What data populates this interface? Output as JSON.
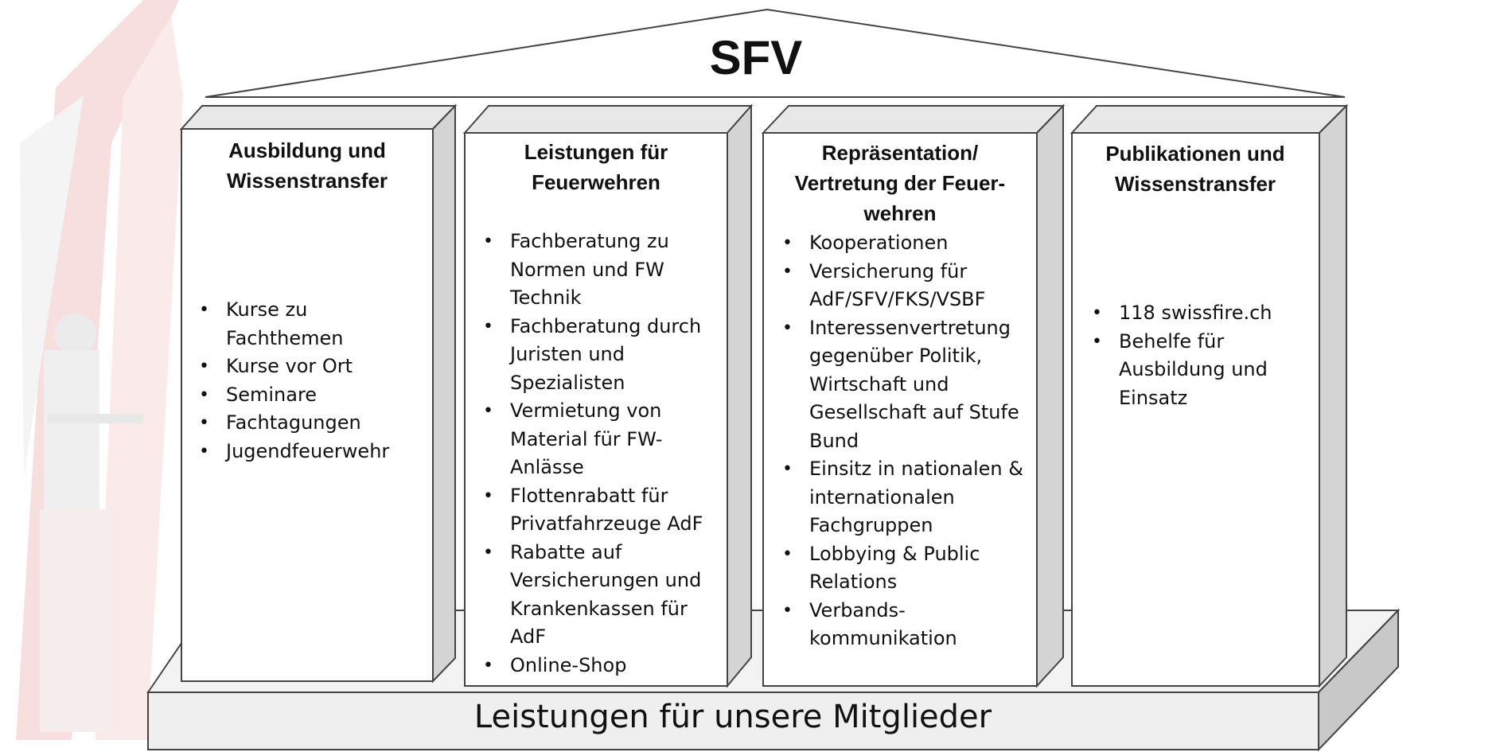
{
  "title": "SFV",
  "base_label": "Leistungen für unsere Mitglieder",
  "columns": [
    {
      "title": "Ausbildung und Wissenstransfer",
      "items": [
        "Kurse zu Fachthemen",
        "Kurse vor Ort",
        "Seminare",
        "Fachtagungen",
        "Jugendfeuerwehr"
      ]
    },
    {
      "title": "Leistungen für Feuerwehren",
      "items": [
        "Fachberatung zu Normen und FW Technik",
        "Fachberatung durch Juristen und Spezialisten",
        "Vermietung von Material für FW-Anlässe",
        "Flottenrabatt für Privatfahrzeuge AdF",
        "Rabatte auf Versicherungen und Krankenkassen für AdF",
        "Online-Shop"
      ]
    },
    {
      "title": "Repräsentation/ Vertretung der Feuer-wehren",
      "items": [
        "Kooperationen",
        "Versicherung für AdF/SFV/FKS/VSBF",
        "Interessenvertretung gegenüber Politik, Wirtschaft und Gesellschaft auf Stufe Bund",
        "Einsitz in nationalen & internationalen Fachgruppen",
        "Lobbying & Public Relations",
        "Verbands-kommunikation"
      ]
    },
    {
      "title": "Publikationen und Wissenstransfer",
      "items": [
        "118 swissfire.ch",
        "Behelfe für Ausbildung und Einsatz"
      ]
    }
  ],
  "colors": {
    "pillar_side": "#d4d4d4",
    "pillar_front": "#ffffff",
    "base_top": "#f3f3f3",
    "watermark": "#f4c8c8"
  }
}
